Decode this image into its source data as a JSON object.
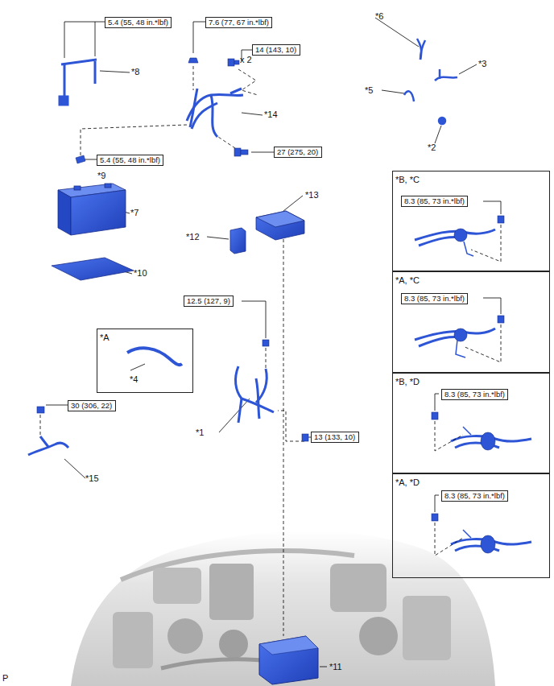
{
  "diagram": {
    "nodes": [
      {
        "text": [
          "5.4 (55, 48 in.*lbf)"
        ]
      },
      {
        "text": [
          "7.6 (77, 67 in.*lbf)"
        ]
      },
      {
        "text": [
          "14 (143, 10)"
        ]
      },
      {
        "text": [
          "5.4 (55, 48 in.*lbf)"
        ]
      },
      {
        "text": [
          "27 (275, 20)"
        ]
      },
      {
        "text": [
          "*B, *C"
        ]
      },
      {
        "text": [
          "8.3 (85, 73 in.*lbf)"
        ],
        "in": 5
      },
      {
        "text": [
          "*A, *C"
        ]
      },
      {
        "text": [
          "8.3 (85, 73 in.*lbf)"
        ],
        "in": 7
      },
      {
        "text": [
          "*B, *D"
        ]
      },
      {
        "text": [
          "8.3 (85, 73 in.*lbf)"
        ],
        "in": 9
      },
      {
        "text": [
          "*A, *D"
        ]
      },
      {
        "text": [
          "8.3 (85, 73 in.*lbf)"
        ],
        "in": 11
      },
      {
        "text": [
          "12.5 (127, 9)"
        ]
      },
      {
        "text": [
          "*A",
          "*4"
        ]
      },
      {
        "text": [
          "30 (306, 22)"
        ]
      },
      {
        "text": [
          "13 (133, 10)"
        ]
      }
    ],
    "labels": [
      "*6",
      "*8",
      "x 2",
      "*3",
      "*5",
      "*14",
      "*2",
      "*9",
      "*13",
      "*7",
      "*12",
      "*10",
      "*1",
      "*15",
      "*11",
      "P"
    ]
  }
}
